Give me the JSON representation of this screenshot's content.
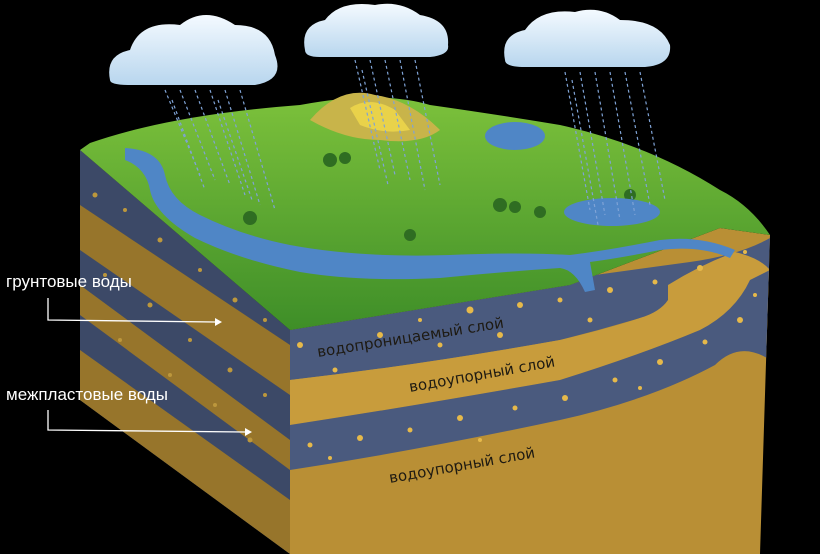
{
  "labels": {
    "groundwater": "грунтовые воды",
    "interstratal_water": "межпластовые воды",
    "permeable_layer": "водопроницаемый слой",
    "impermeable_layer_upper": "водоупорный слой",
    "impermeable_layer_lower": "водоупорный слой"
  },
  "colors": {
    "background": "#000000",
    "grass": "#5aa530",
    "water": "#4f86c6",
    "impermeable": "#b98f35",
    "permeable": "#4a5a7e",
    "cloud": "#dcecf8",
    "rain": "#7fa3d6",
    "pebble": "#e6b94a",
    "label_text": "#1e1a12",
    "callout_text": "#ffffff"
  },
  "icons": [
    "cloud-icon",
    "rain-icon"
  ]
}
